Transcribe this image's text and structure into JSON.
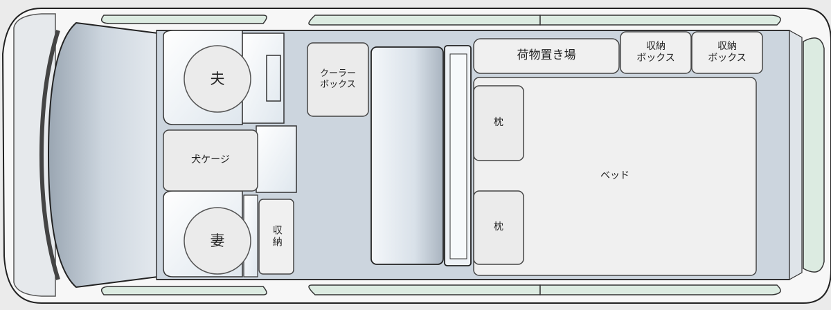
{
  "labels": {
    "husband": "夫",
    "wife": "妻",
    "dog_cage": "犬ケージ",
    "storage_small": "収納",
    "cooler_box": "クーラー\nボックス",
    "luggage": "荷物置き場",
    "storage_box_1": "収納\nボックス",
    "storage_box_2": "収納\nボックス",
    "pillow_1": "枕",
    "pillow_2": "枕",
    "bed": "ベッド"
  },
  "colors": {
    "background": "#ebebeb",
    "body_outline": "#222222",
    "floor": "#ccd5de",
    "windshield": "#c6d1dd",
    "windows": "#dcebe1",
    "seat": "#edf2f6",
    "furniture": "#f0f0f0"
  }
}
